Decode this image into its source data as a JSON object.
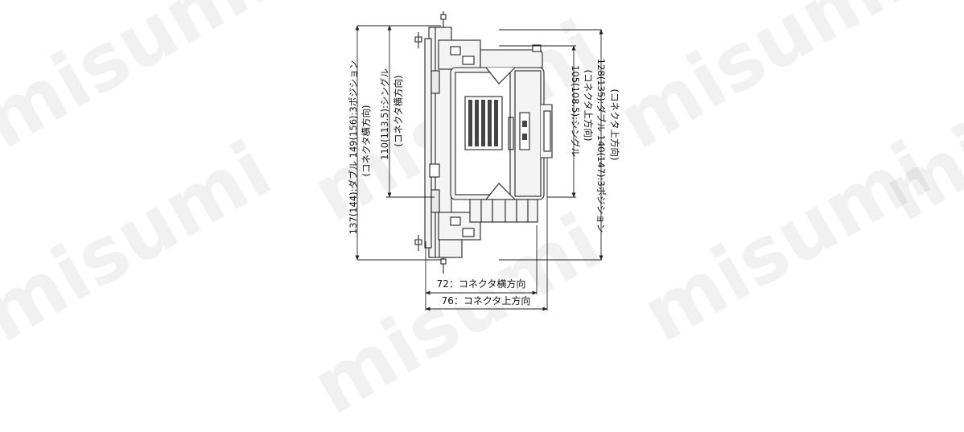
{
  "watermark": "misumi",
  "dimensions": {
    "left_outer": {
      "line1": "137(144):ダブル 149(156):3ポジション",
      "line2": "(コネクタ横方向)"
    },
    "left_inner": {
      "line1": "110(113.5):シングル",
      "line2": "(コネクタ横方向)"
    },
    "right_inner": {
      "line1": "105(108.5):シングル",
      "line2": "(コネクタ上方向)"
    },
    "right_outer": {
      "line1": "128(135):ダブル 140(147):3ポジション",
      "line2": "(コネクタ上方向)"
    },
    "bottom_upper": "72：コネクタ横方向",
    "bottom_lower": "76：コネクタ上方向"
  },
  "colors": {
    "line": "#222222",
    "body_fill": "#f4f4f4",
    "panel_fill": "#e9e9e9"
  }
}
